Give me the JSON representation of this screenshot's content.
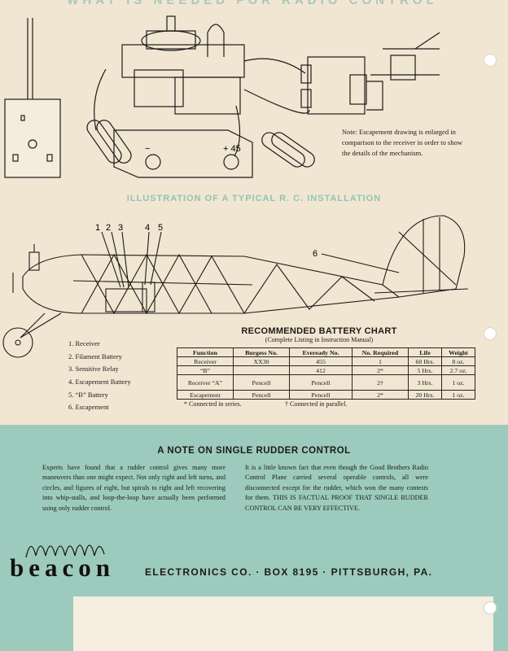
{
  "header": {
    "title": "WHAT IS NEEDED FOR RADIO CONTROL"
  },
  "diagram": {
    "note": "Note: Escapement drawing is enlarged in comparison to the receiver in order to show the details of the mechanism.",
    "caption": "ILLUSTRATION OF A TYPICAL R. C. INSTALLATION",
    "battery_label": "+ 45",
    "minus_label": "−",
    "callouts": [
      "1",
      "2",
      "3",
      "4",
      "5",
      "6"
    ]
  },
  "legend": [
    "1. Receiver",
    "2. Filament Battery",
    "3. Sensitive Relay",
    "4. Escapement Battery",
    "5. “B” Battery",
    "6. Escapement"
  ],
  "battery_chart": {
    "title": "RECOMMENDED BATTERY CHART",
    "subtitle": "(Complete Listing in Instruction Manual)",
    "headers": [
      "Function",
      "Burgess No.",
      "Eveready No.",
      "No. Required",
      "Life",
      "Weight"
    ],
    "rows": [
      [
        "Receiver",
        "XX30",
        "455",
        "1",
        "60 Hrs.",
        "8 oz."
      ],
      [
        "“B”",
        "",
        "412",
        "2*",
        "5 Hrs.",
        "2.7 oz."
      ],
      [
        "Receiver “A”",
        "Pencell",
        "Pencell",
        "2†",
        "3 Hrs.",
        "1 oz."
      ],
      [
        "Escapement",
        "Pencell",
        "Pencell",
        "2*",
        "20 Hrs.",
        "1 oz."
      ]
    ],
    "footnote_series": "* Connected in series.",
    "footnote_parallel": "† Connected in parallel."
  },
  "rudder_note": {
    "title": "A NOTE ON SINGLE RUDDER CONTROL",
    "left": "Experts have found that a rudder control gives many more maneuvers than one might expect. Not only right and left turns, and circles, and figures of eight, but spirals to right and left recovering into whip-stalls, and loop-the-loop have actually been performed using only rudder control.",
    "right": "It is a little known fact that even though the Good Brothers Radio Control Plane carried several operable controls, all were disconnected except for the rudder, which won the many contests for them.",
    "right_emphasis": "THIS IS FACTUAL PROOF THAT SINGLE RUDDER CONTROL CAN BE VERY EFFECTIVE."
  },
  "footer": {
    "brand": "beacon",
    "address": "ELECTRONICS CO. · BOX 8195 · PITTSBURGH, PA."
  }
}
